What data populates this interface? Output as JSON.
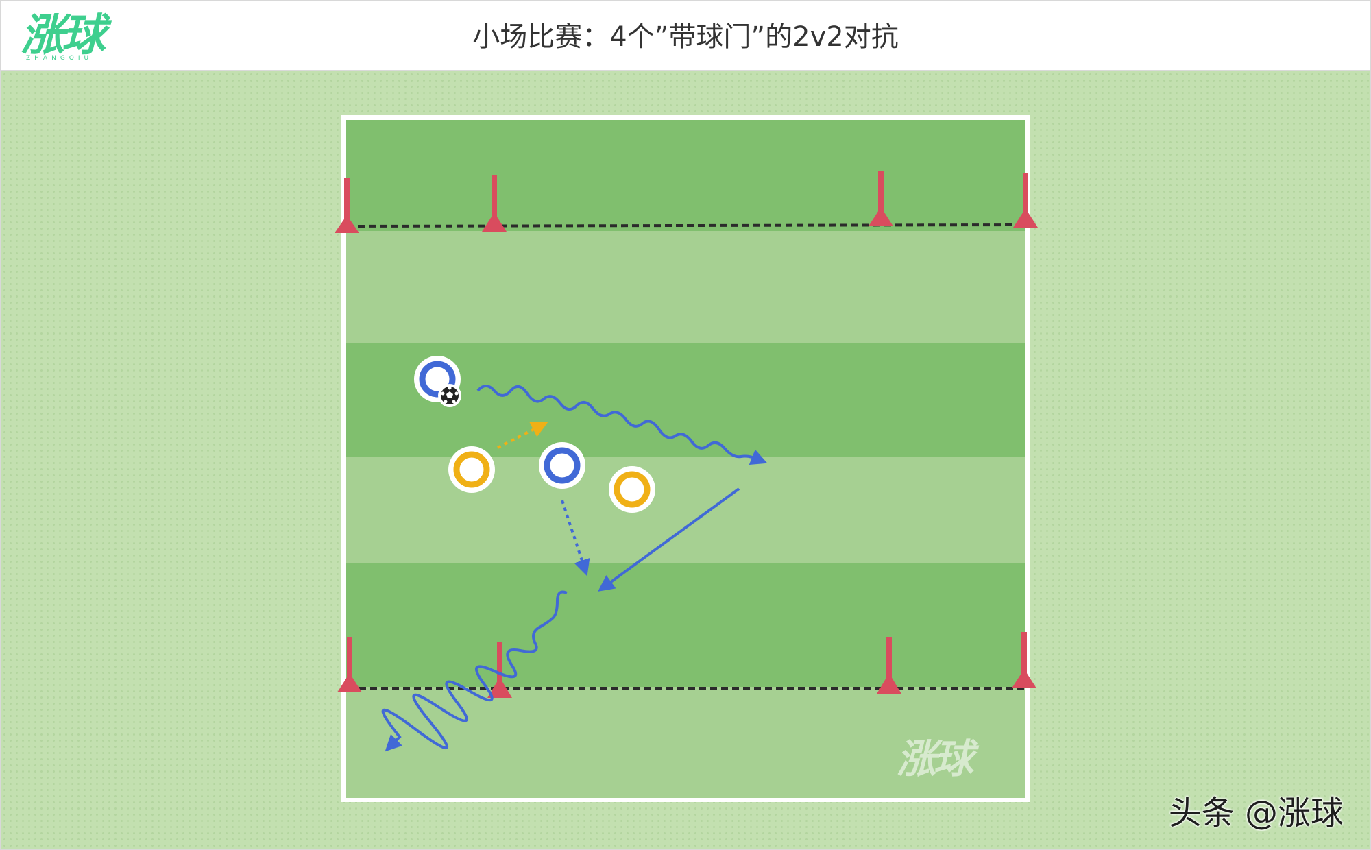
{
  "header": {
    "logo_text": "涨球",
    "logo_subtext": "ZHANGQIU",
    "title": "小场比赛：4个”带球门”的2v2对抗"
  },
  "watermark": {
    "text": "涨球"
  },
  "credit": {
    "text": "头条 @涨球"
  },
  "colors": {
    "field_dark": "#80bf6e",
    "field_light": "#a6d092",
    "field_border": "#ffffff",
    "cone": "#d94c5e",
    "team_blue": "#4169d6",
    "team_yellow": "#f0b016",
    "goal_line": "#2b2b2b",
    "background": "#c3e0b0"
  },
  "elements": {
    "goals": [
      "top-left-gate",
      "top-right-gate",
      "bottom-left-gate",
      "bottom-right-gate"
    ],
    "players": [
      {
        "team": "blue",
        "has_ball": true
      },
      {
        "team": "blue",
        "has_ball": false
      },
      {
        "team": "yellow",
        "has_ball": false
      },
      {
        "team": "yellow",
        "has_ball": false
      }
    ],
    "ball_icon": "soccer-ball-icon"
  }
}
